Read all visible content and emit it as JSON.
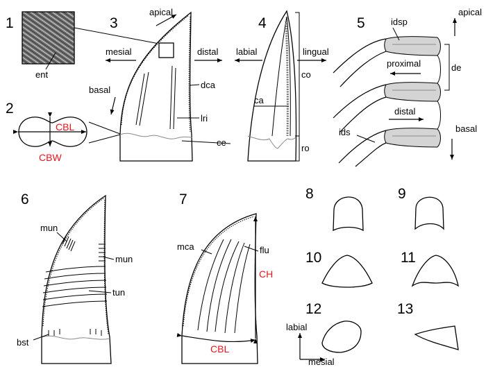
{
  "panels": {
    "p1": {
      "number": "1",
      "ent": "ent"
    },
    "p2": {
      "number": "2",
      "cbl": "CBL",
      "cbw": "CBW"
    },
    "p3": {
      "number": "3",
      "apical": "apical",
      "mesial": "mesial",
      "distal": "distal",
      "basal": "basal",
      "dca": "dca",
      "lri": "lri",
      "ce": "ce"
    },
    "p4": {
      "number": "4",
      "labial": "labial",
      "lingual": "lingual",
      "co": "co",
      "ca": "ca",
      "ro": "ro"
    },
    "p5": {
      "number": "5",
      "idsp": "idsp",
      "apical": "apical",
      "proximal": "proximal",
      "de": "de",
      "distal": "distal",
      "basal": "basal",
      "ids": "ids"
    },
    "p6": {
      "number": "6",
      "mun1": "mun",
      "mun2": "mun",
      "tun": "tun",
      "bst": "bst"
    },
    "p7": {
      "number": "7",
      "mca": "mca",
      "flu": "flu",
      "ch": "CH",
      "cbl": "CBL"
    },
    "p8": {
      "number": "8"
    },
    "p9": {
      "number": "9"
    },
    "p10": {
      "number": "10"
    },
    "p11": {
      "number": "11"
    },
    "p12": {
      "number": "12"
    },
    "p13": {
      "number": "13"
    },
    "axes": {
      "labial": "labial",
      "mesial": "mesial"
    }
  },
  "colors": {
    "ink": "#000000",
    "accent": "#e8141b",
    "fill_grey": "#d4d4d4",
    "line_grey": "#8a8a8a"
  }
}
